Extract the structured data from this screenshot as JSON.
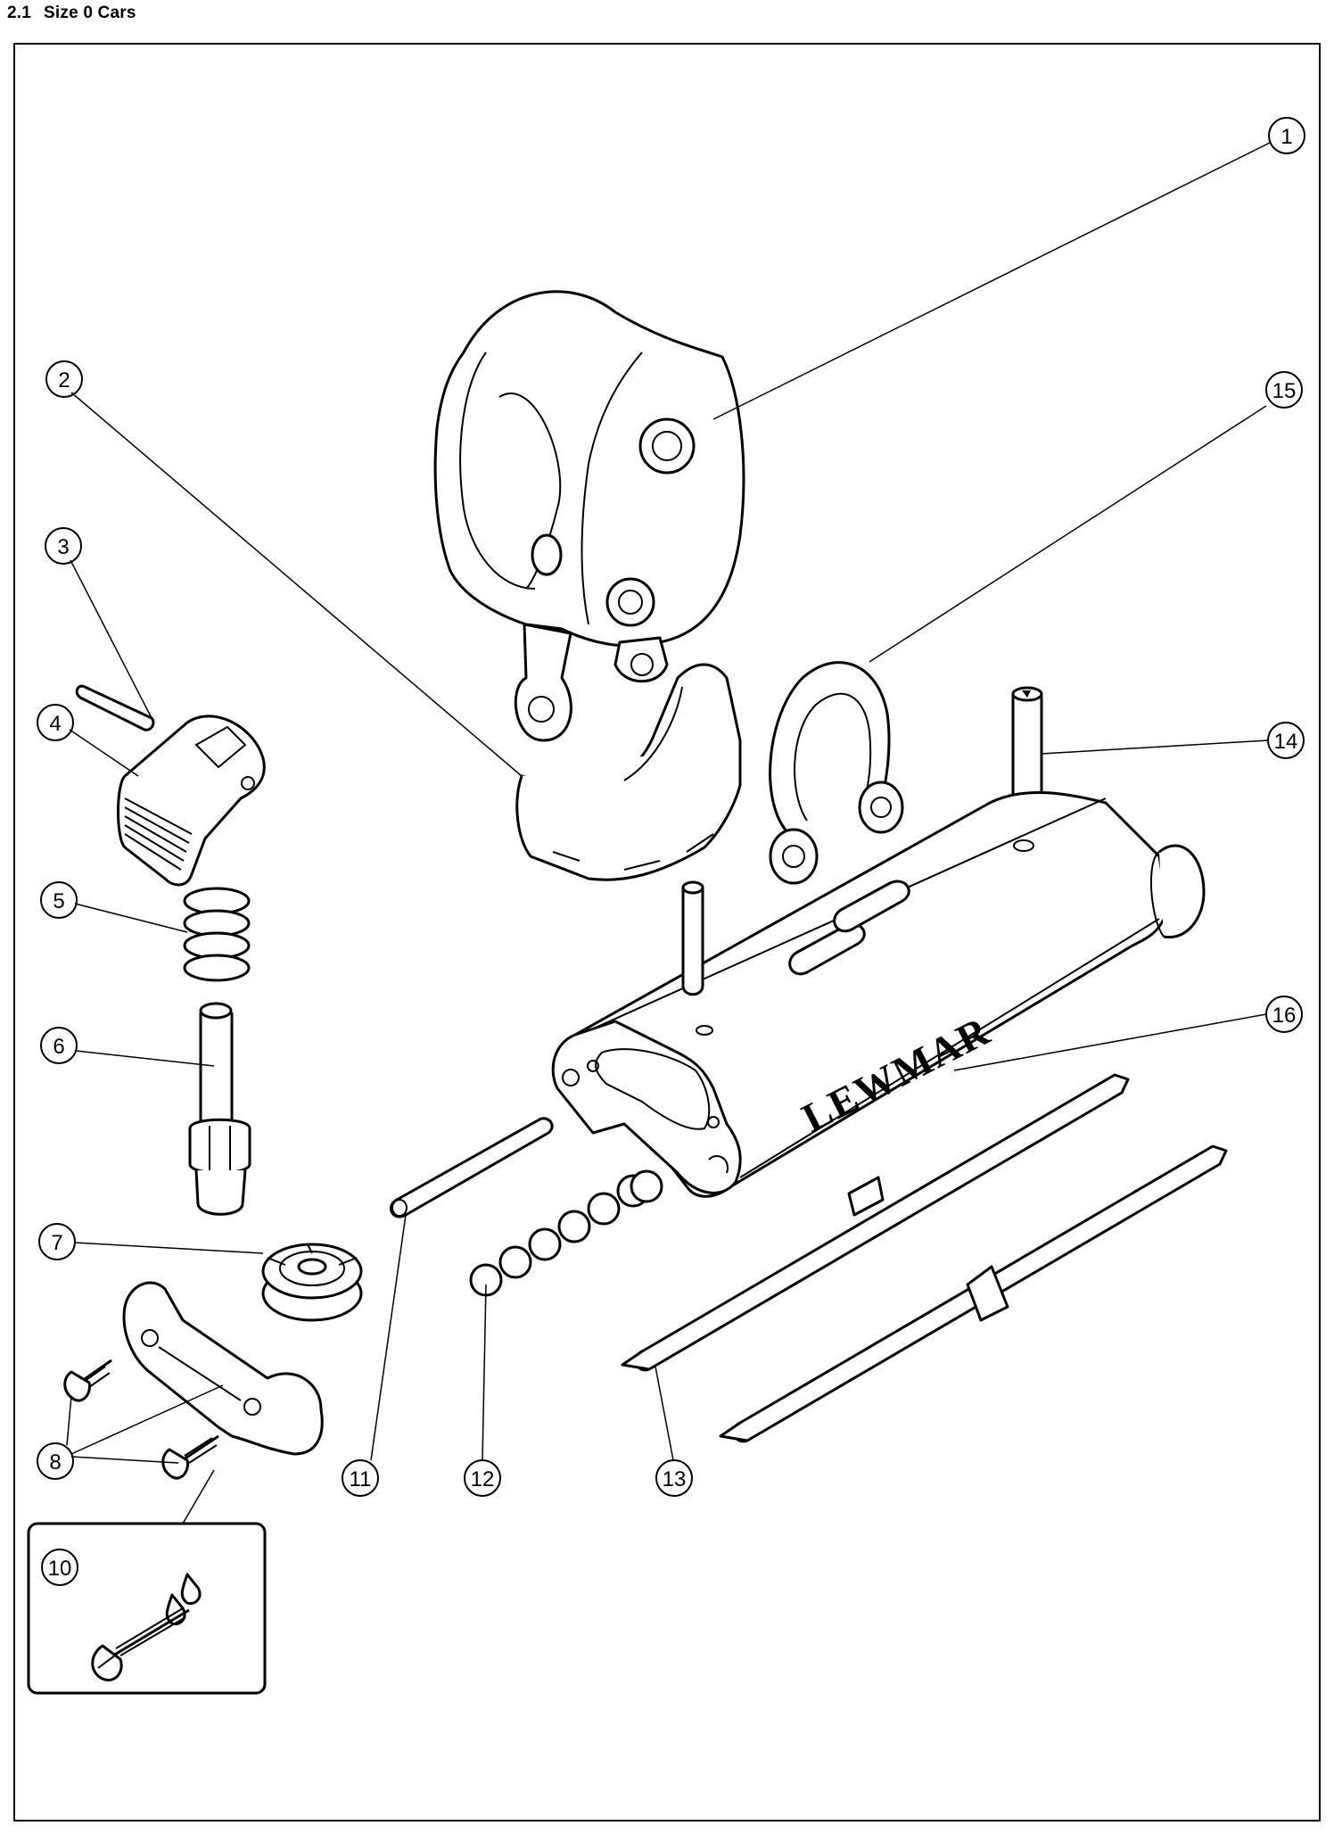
{
  "header": {
    "section_number": "2.1",
    "section_title": "Size 0 Cars"
  },
  "brand_text": "LEWMAR",
  "callouts": [
    "1",
    "2",
    "3",
    "4",
    "5",
    "6",
    "7",
    "8",
    "10",
    "11",
    "12",
    "13",
    "14",
    "15",
    "16"
  ],
  "colors": {
    "ink": "#000000",
    "paper": "#ffffff"
  }
}
